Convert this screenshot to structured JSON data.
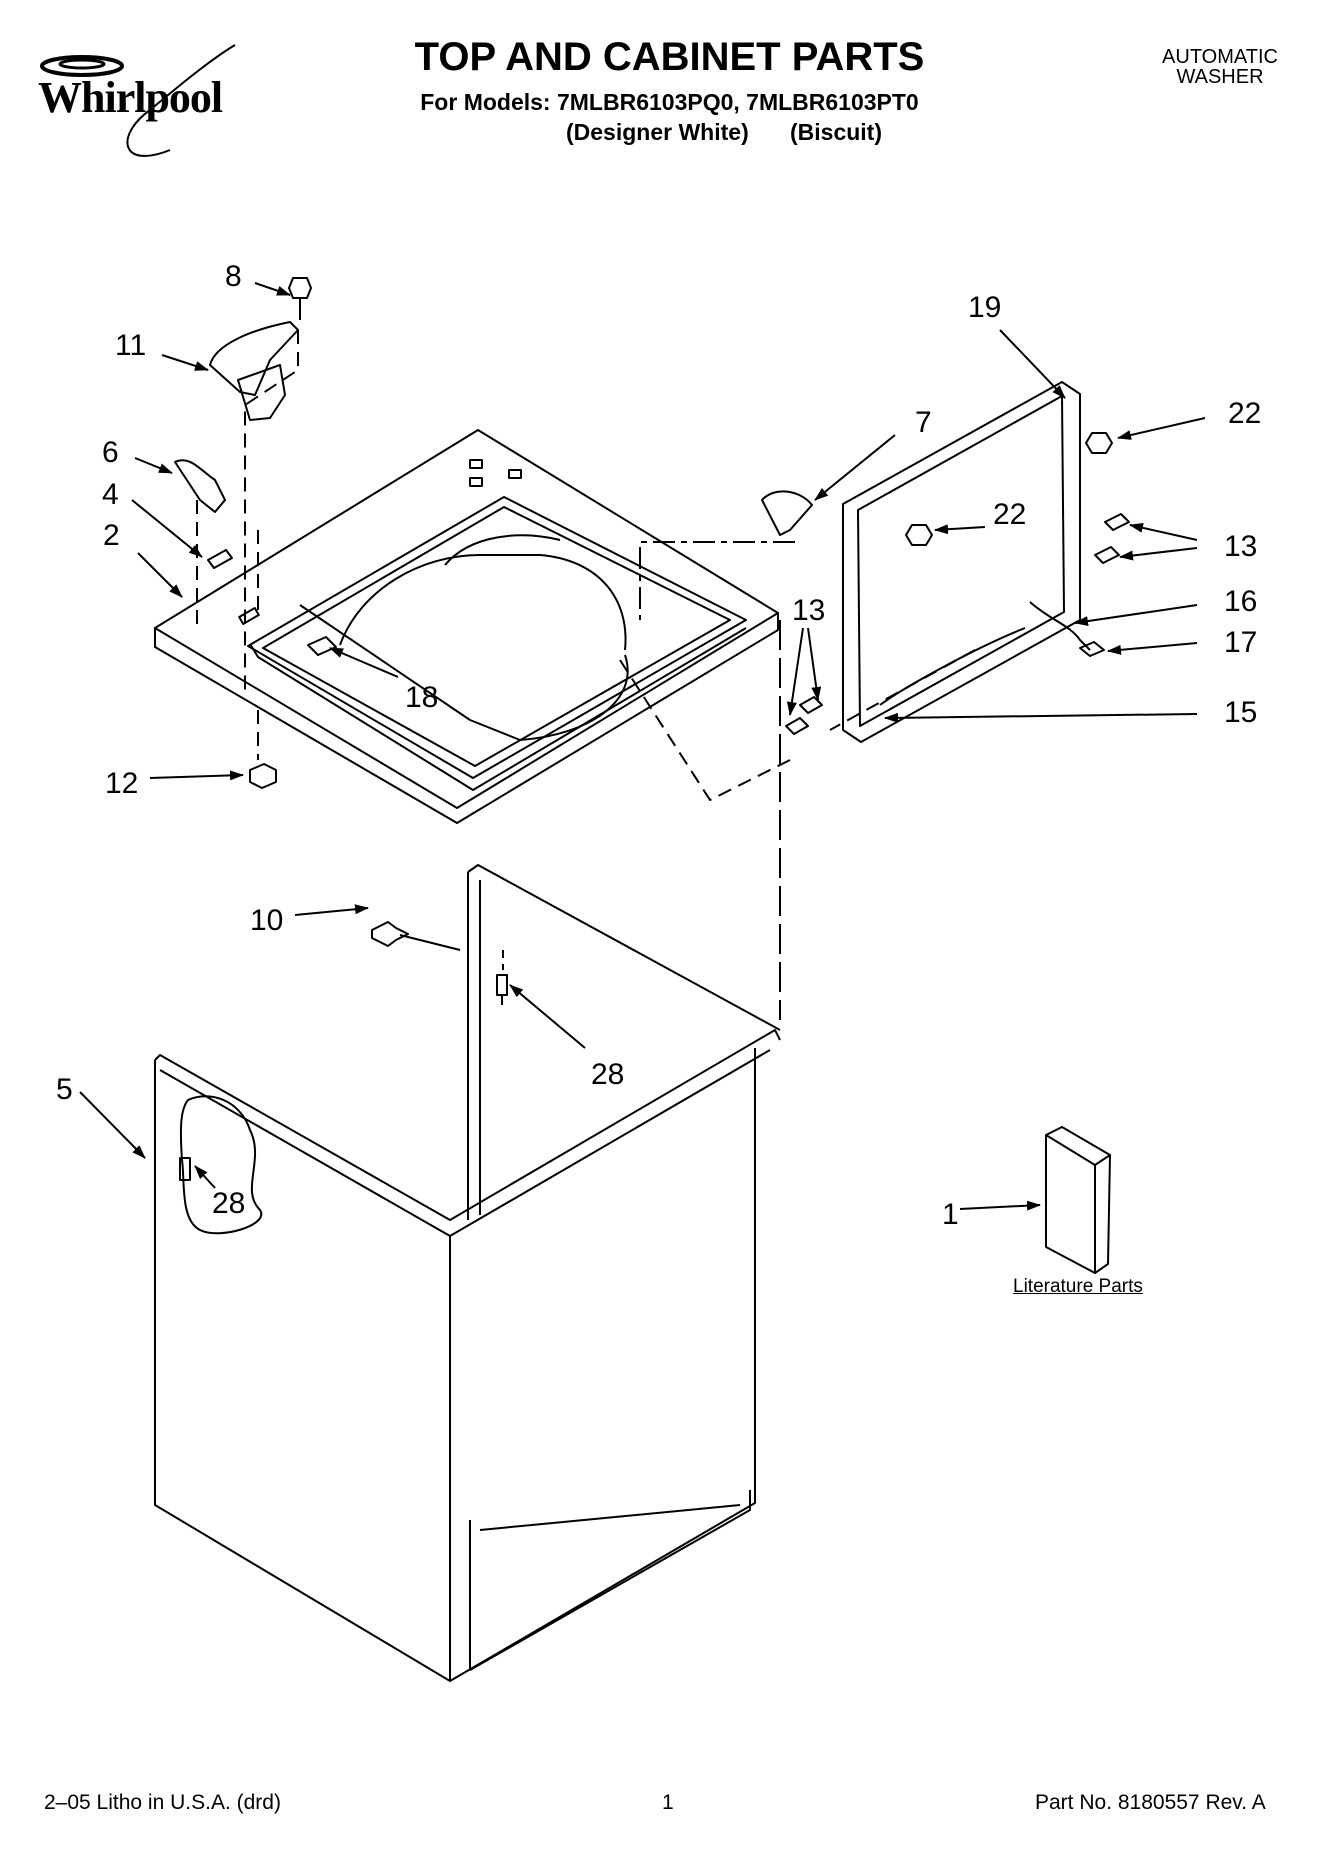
{
  "header": {
    "brand": "Whirlpool",
    "title": "TOP AND CABINET PARTS",
    "models_line": "For Models: 7MLBR6103PQ0, 7MLBR6103PT0",
    "color_1": "(Designer White)",
    "color_2": "(Biscuit)",
    "appliance_line1": "AUTOMATIC",
    "appliance_line2": "WASHER"
  },
  "callouts": {
    "c8": "8",
    "c11": "11",
    "c6": "6",
    "c4": "4",
    "c2": "2",
    "c12": "12",
    "c18": "18",
    "c7": "7",
    "c19": "19",
    "c22a": "22",
    "c22b": "22",
    "c13a": "13",
    "c13b": "13",
    "c16": "16",
    "c17": "17",
    "c15": "15",
    "c10": "10",
    "c28a": "28",
    "c28b": "28",
    "c5": "5",
    "c1": "1"
  },
  "literature_label": "Literature Parts",
  "footer": {
    "left": "2–05 Litho in U.S.A. (drd)",
    "center": "1",
    "right": "Part No. 8180557 Rev. A"
  }
}
